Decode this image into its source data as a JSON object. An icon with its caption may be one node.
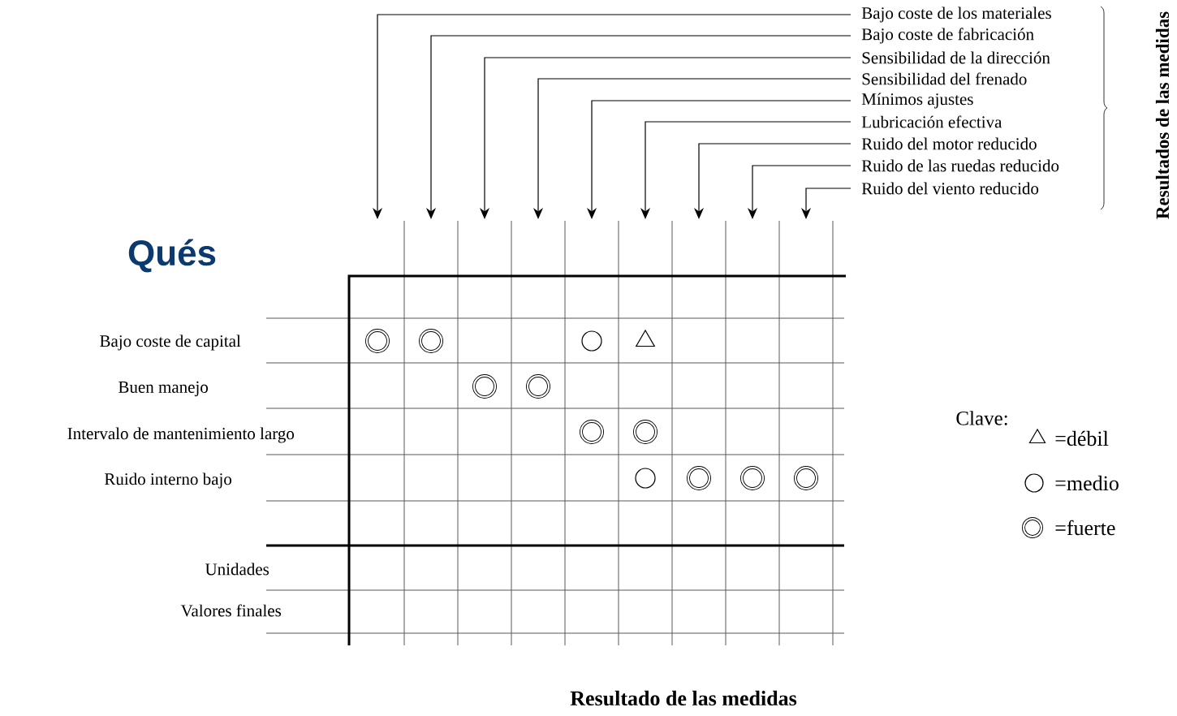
{
  "diagram": {
    "nodes": [
      {
        "text": [
          "Bajo coste de los materiales"
        ]
      },
      {
        "text": [
          "Bajo coste de fabricación"
        ]
      },
      {
        "text": [
          "Sensibilidad de la dirección"
        ]
      },
      {
        "text": [
          "Sensibilidad del frenado"
        ]
      },
      {
        "text": [
          "Mínimos ajustes"
        ]
      },
      {
        "text": [
          "Lubricación efectiva"
        ]
      },
      {
        "text": [
          "Ruido del motor reducido"
        ]
      },
      {
        "text": [
          "Ruido de las ruedas reducido"
        ]
      },
      {
        "text": [
          "Ruido del viento reducido"
        ]
      },
      {
        "text": [],
        "shape": "ring"
      },
      {
        "text": [],
        "shape": "ring"
      },
      {
        "text": [],
        "shape": "circle"
      },
      {
        "text": [],
        "shape": "triangle"
      },
      {
        "text": [],
        "shape": "ring"
      },
      {
        "text": [],
        "shape": "ring"
      },
      {
        "text": [],
        "shape": "ring"
      },
      {
        "text": [],
        "shape": "ring"
      },
      {
        "text": [],
        "shape": "circle"
      },
      {
        "text": [],
        "shape": "ring"
      },
      {
        "text": [],
        "shape": "ring"
      },
      {
        "text": [],
        "shape": "ring"
      }
    ],
    "edges": [
      {
        "from": 0,
        "to": null,
        "arrow": "to"
      },
      {
        "from": 1,
        "to": null,
        "arrow": "to"
      },
      {
        "from": 2,
        "to": null,
        "arrow": "to"
      },
      {
        "from": 3,
        "to": null,
        "arrow": "to"
      },
      {
        "from": 4,
        "to": null,
        "arrow": "to"
      },
      {
        "from": 5,
        "to": null,
        "arrow": "to"
      },
      {
        "from": 6,
        "to": null,
        "arrow": "to"
      },
      {
        "from": 7,
        "to": null,
        "arrow": "to"
      },
      {
        "from": 8,
        "to": null,
        "arrow": "to"
      }
    ],
    "labels": [
      "Qués",
      "Bajo coste de capital",
      "Buen manejo",
      "Intervalo de mantenimiento largo",
      "Ruido interno bajo",
      "Unidades",
      "Valores finales",
      "Clave:",
      "Resultado de las medidas",
      "Resultados de las medidas"
    ],
    "legend": [
      {
        "text": "=débil"
      },
      {
        "text": "=medio"
      },
      {
        "text": "=fuerte"
      }
    ]
  }
}
